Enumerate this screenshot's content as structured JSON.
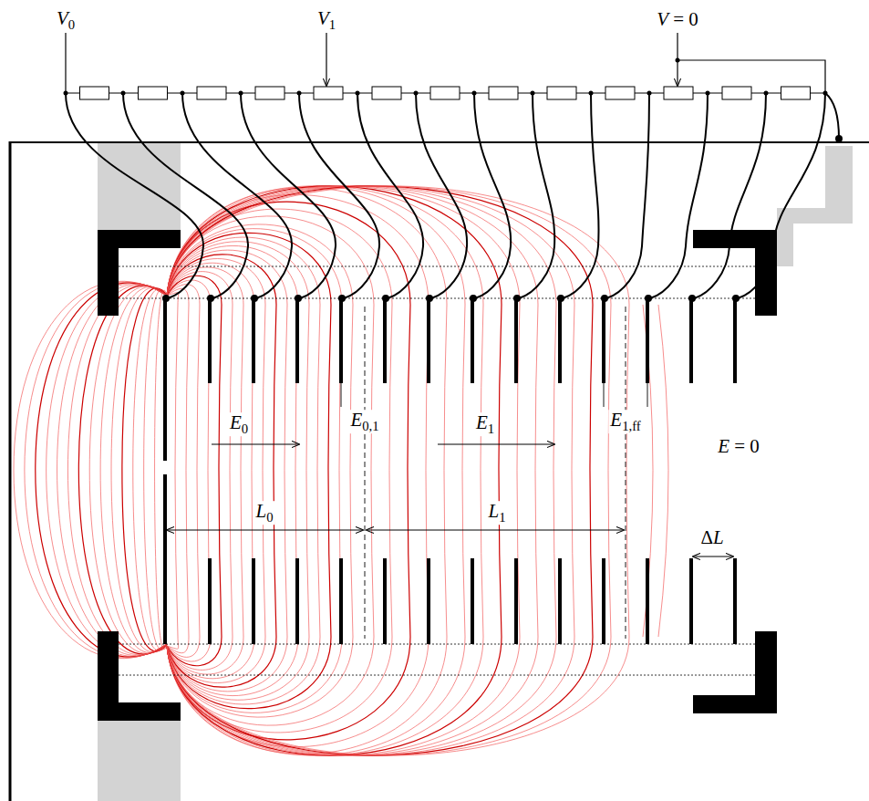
{
  "diagram": {
    "labels": [
      "V0",
      "V1",
      "V = 0",
      "E0",
      "E0,1",
      "E1",
      "E1,ff",
      "E = 0",
      "L0",
      "L1",
      "ΔL"
    ]
  }
}
